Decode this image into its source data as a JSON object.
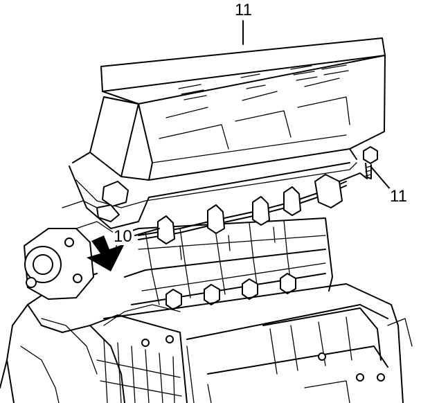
{
  "diagram": {
    "callouts": [
      {
        "id": "top",
        "text": "11"
      },
      {
        "id": "right",
        "text": "11"
      },
      {
        "id": "left",
        "text": "10"
      }
    ]
  }
}
